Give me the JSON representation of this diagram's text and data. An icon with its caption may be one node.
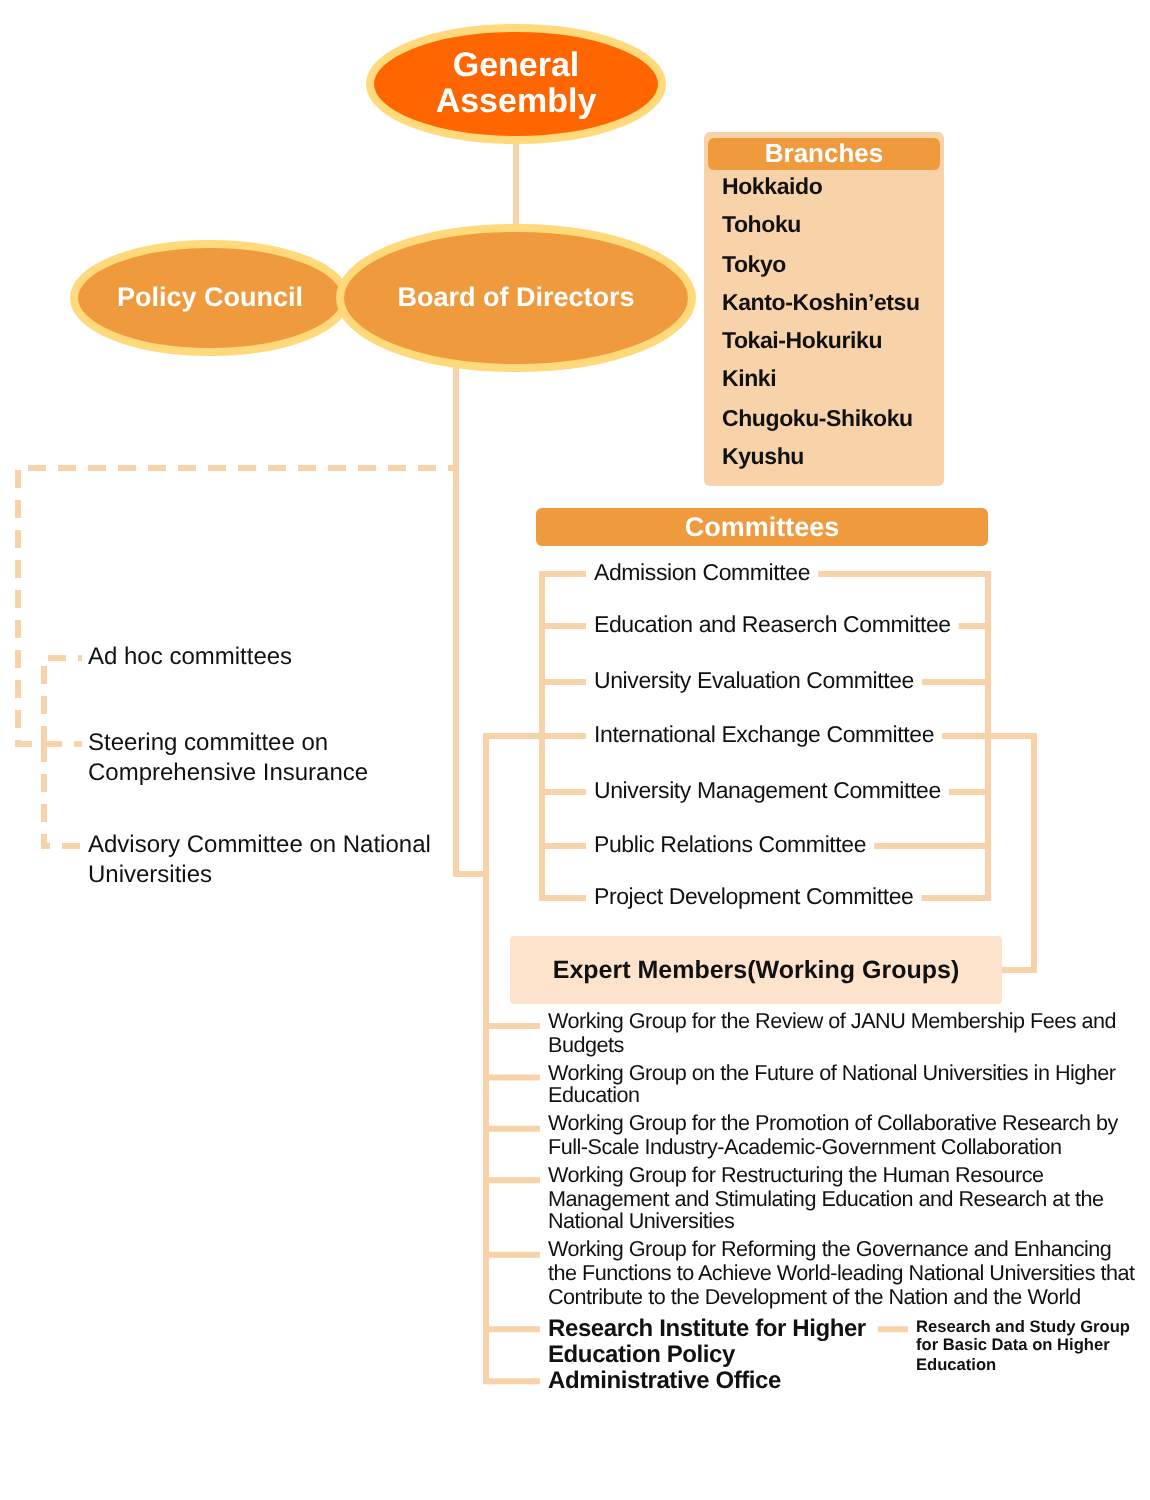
{
  "diagram": {
    "nodes": [
      {
        "text": [
          "General Assembly"
        ]
      },
      {
        "text": [
          "Policy Council"
        ]
      },
      {
        "text": [
          "Board of Directors"
        ]
      },
      {
        "text": [
          "Branches",
          "Hokkaido",
          "Tohoku",
          "Tokyo",
          "Kanto-Koshin’etsu",
          "Tokai-Hokuriku",
          "Kinki",
          "Chugoku-Shikoku",
          "Kyushu"
        ]
      },
      {
        "text": [
          "Committees"
        ]
      },
      {
        "text": [
          "Admission Committee"
        ]
      },
      {
        "text": [
          "Education and Reaserch Committee"
        ]
      },
      {
        "text": [
          "University Evaluation Committee"
        ]
      },
      {
        "text": [
          "International Exchange Committee"
        ]
      },
      {
        "text": [
          "University Management Committee"
        ]
      },
      {
        "text": [
          "Public Relations Committee"
        ]
      },
      {
        "text": [
          "Project Development Committee"
        ]
      },
      {
        "text": [
          "Ad hoc committees"
        ]
      },
      {
        "text": [
          "Steering committee on Comprehensive Insurance"
        ]
      },
      {
        "text": [
          "Advisory Committee on National Universities"
        ]
      },
      {
        "text": [
          "Expert Members(Working Groups)"
        ]
      },
      {
        "text": [
          "Working Group for the Review of JANU Membership Fees and Budgets"
        ]
      },
      {
        "text": [
          "Working Group on the Future of National Universities in Higher Education"
        ]
      },
      {
        "text": [
          "Working Group for the Promotion of Collaborative Research by Full-Scale Industry-Academic-Government Collaboration"
        ]
      },
      {
        "text": [
          "Working Group for Restructuring the Human Resource Management and Stimulating Education and Research at the National Universities"
        ]
      },
      {
        "text": [
          "Working Group for Reforming the Governance and Enhancing the Functions to Achieve World-leading National Universities that Contribute to the Development of the Nation and the World"
        ]
      },
      {
        "text": [
          "Research Institute for Higher Education Policy"
        ]
      },
      {
        "text": [
          "Research and Study Group for Basic Data on Higher Education"
        ]
      },
      {
        "text": [
          "Administrative Office"
        ]
      }
    ],
    "edges": [
      {
        "from": 0,
        "to": 2,
        "arrow": "none"
      },
      {
        "from": 2,
        "to": 12,
        "arrow": "none",
        "style": "dashed"
      },
      {
        "from": 2,
        "to": 13,
        "arrow": "none",
        "style": "dashed"
      },
      {
        "from": 2,
        "to": 14,
        "arrow": "none",
        "style": "dashed"
      },
      {
        "from": 2,
        "to": 5,
        "arrow": "none"
      },
      {
        "from": 2,
        "to": 6,
        "arrow": "none"
      },
      {
        "from": 2,
        "to": 7,
        "arrow": "none"
      },
      {
        "from": 2,
        "to": 8,
        "arrow": "none"
      },
      {
        "from": 2,
        "to": 9,
        "arrow": "none"
      },
      {
        "from": 2,
        "to": 10,
        "arrow": "none"
      },
      {
        "from": 2,
        "to": 11,
        "arrow": "none"
      },
      {
        "from": 5,
        "to": 15,
        "arrow": "none"
      },
      {
        "from": 6,
        "to": 15,
        "arrow": "none"
      },
      {
        "from": 7,
        "to": 15,
        "arrow": "none"
      },
      {
        "from": 8,
        "to": 15,
        "arrow": "none"
      },
      {
        "from": 9,
        "to": 15,
        "arrow": "none"
      },
      {
        "from": 10,
        "to": 15,
        "arrow": "none"
      },
      {
        "from": 11,
        "to": 15,
        "arrow": "none"
      },
      {
        "from": 2,
        "to": 16,
        "arrow": "none"
      },
      {
        "from": 2,
        "to": 17,
        "arrow": "none"
      },
      {
        "from": 2,
        "to": 18,
        "arrow": "none"
      },
      {
        "from": 2,
        "to": 19,
        "arrow": "none"
      },
      {
        "from": 2,
        "to": 20,
        "arrow": "none"
      },
      {
        "from": 2,
        "to": 21,
        "arrow": "none"
      },
      {
        "from": 2,
        "to": 23,
        "arrow": "none"
      },
      {
        "from": 21,
        "to": 22,
        "arrow": "none"
      }
    ]
  }
}
